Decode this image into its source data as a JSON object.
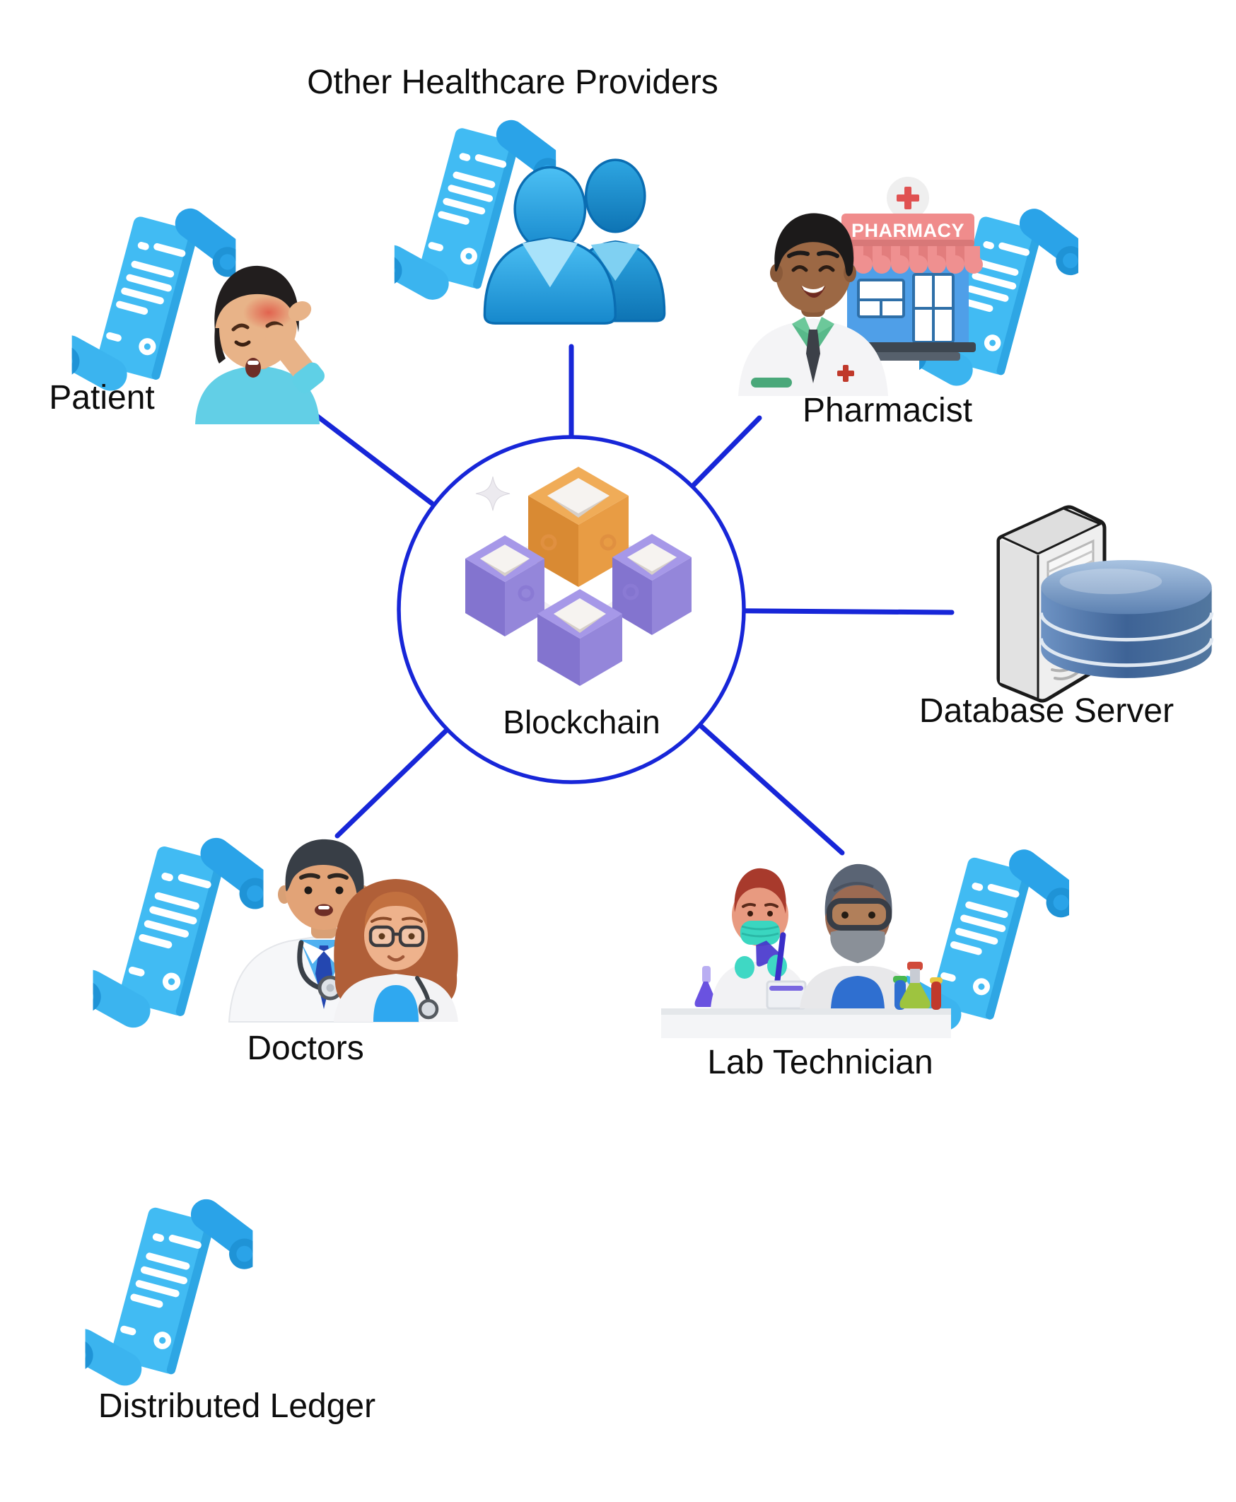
{
  "diagram": {
    "title": "Blockchain healthcare network diagram",
    "center": {
      "id": "blockchain",
      "label": "Blockchain",
      "icon": "blockchain-cubes-icon"
    },
    "nodes": [
      {
        "id": "other-healthcare-providers",
        "label": "Other Healthcare Providers",
        "icons": [
          "ledger-scroll-icon",
          "users-icon"
        ]
      },
      {
        "id": "patient",
        "label": "Patient",
        "icons": [
          "ledger-scroll-icon",
          "patient-headache-icon"
        ]
      },
      {
        "id": "pharmacist",
        "label": "Pharmacist",
        "sign_text": "PHARMACY",
        "icons": [
          "pharmacist-person-icon",
          "pharmacy-store-icon",
          "ledger-scroll-icon"
        ]
      },
      {
        "id": "database-server",
        "label": "Database Server",
        "icons": [
          "server-tower-icon",
          "database-cylinder-icon"
        ]
      },
      {
        "id": "doctors",
        "label": "Doctors",
        "icons": [
          "ledger-scroll-icon",
          "male-doctor-icon",
          "female-doctor-icon"
        ]
      },
      {
        "id": "lab-technician",
        "label": "Lab Technician",
        "icons": [
          "lab-technicians-icon",
          "ledger-scroll-icon"
        ]
      },
      {
        "id": "distributed-ledger",
        "label": "Distributed Ledger",
        "icons": [
          "ledger-scroll-icon"
        ]
      }
    ],
    "edges": [
      {
        "from": "blockchain",
        "to": "other-healthcare-providers"
      },
      {
        "from": "blockchain",
        "to": "patient"
      },
      {
        "from": "blockchain",
        "to": "pharmacist"
      },
      {
        "from": "blockchain",
        "to": "database-server"
      },
      {
        "from": "blockchain",
        "to": "doctors"
      },
      {
        "from": "blockchain",
        "to": "lab-technician"
      }
    ],
    "colors": {
      "connector_blue": "#1726d8",
      "scroll_blue": "#41bbf3",
      "scroll_dark_blue": "#1f93d6",
      "users_blue": "#2ea6e2",
      "cube_orange": "#f0ac58",
      "cube_purple": "#a698e8",
      "database_steel_blue": "#4a6fa5",
      "server_gray": "#efefef",
      "pharmacy_red": "#ef8c8c",
      "label_text": "#0d0d0d"
    }
  }
}
